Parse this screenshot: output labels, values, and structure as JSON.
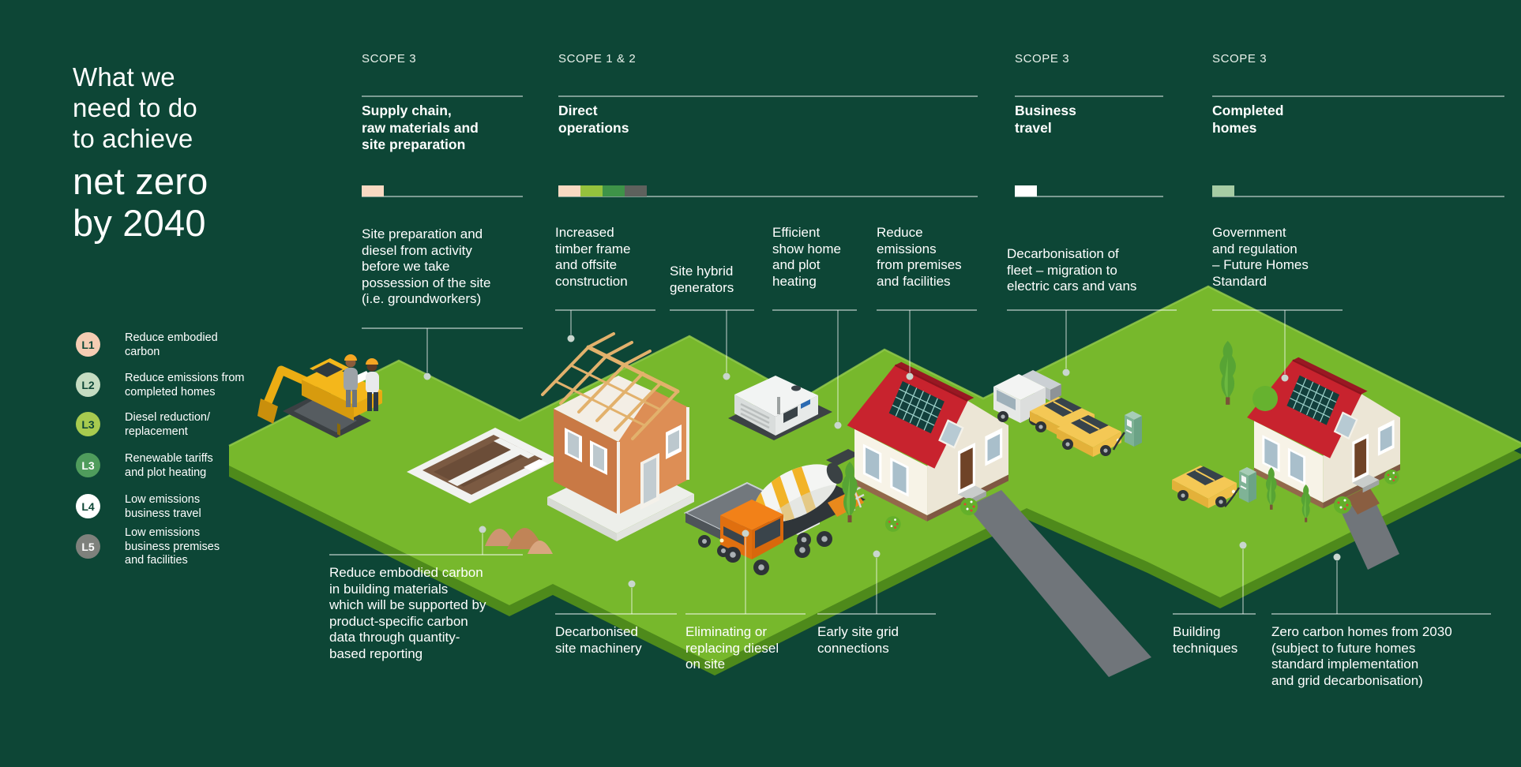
{
  "title": {
    "intro": "What we\nneed to do\nto achieve",
    "emphasis": "net zero\nby 2040"
  },
  "legend": {
    "items": [
      {
        "badge": "L1",
        "badge_bg": "#F5CDB3",
        "badge_fg": "#0D4636",
        "label": "Reduce embodied\ncarbon"
      },
      {
        "badge": "L2",
        "badge_bg": "#C5DCC2",
        "badge_fg": "#0D4636",
        "label": "Reduce emissions from\ncompleted homes"
      },
      {
        "badge": "L3",
        "badge_bg": "#A8CB4F",
        "badge_fg": "#0D4636",
        "label": "Diesel reduction/\nreplacement"
      },
      {
        "badge": "L3",
        "badge_bg": "#4F9C5C",
        "badge_fg": "#FFFFFF",
        "label": "Renewable tariffs\nand plot heating"
      },
      {
        "badge": "L4",
        "badge_bg": "#FFFFFF",
        "badge_fg": "#0D4636",
        "label": "Low emissions\nbusiness travel"
      },
      {
        "badge": "L5",
        "badge_bg": "#7E817C",
        "badge_fg": "#FFFFFF",
        "label": "Low emissions\nbusiness premises\nand facilities"
      }
    ]
  },
  "scopes": [
    {
      "scope": "SCOPE 3",
      "title": "Supply chain,\nraw materials and\nsite preparation",
      "swatches": [
        "#F8D9C2"
      ]
    },
    {
      "scope": "SCOPE 1 & 2",
      "title": "Direct\noperations",
      "swatches": [
        "#F8D9C2",
        "#95C23D",
        "#3E9348",
        "#5E615D"
      ]
    },
    {
      "scope": "SCOPE 3",
      "title": "Business\ntravel",
      "swatches": [
        "#FFFFFF"
      ]
    },
    {
      "scope": "SCOPE 3",
      "title": "Completed\nhomes",
      "swatches": [
        "#A6CCA4"
      ]
    }
  ],
  "callouts_top": [
    {
      "text": "Site preparation and\ndiesel from activity\nbefore we take\npossession of the site\n(i.e. groundworkers)"
    },
    {
      "text": "Increased\ntimber frame\nand offsite\nconstruction"
    },
    {
      "text": "Site hybrid\ngenerators"
    },
    {
      "text": "Efficient\nshow home\nand plot\nheating"
    },
    {
      "text": "Reduce\nemissions\nfrom premises\nand facilities"
    },
    {
      "text": "Decarbonisation of\nfleet – migration to\nelectric cars and vans"
    },
    {
      "text": "Government\nand regulation\n– Future Homes\nStandard"
    }
  ],
  "callouts_bottom": [
    {
      "text": "Reduce embodied carbon\nin building materials\nwhich will be supported by\nproduct-specific carbon\ndata through quantity-\nbased reporting"
    },
    {
      "text": "Decarbonised\nsite machinery"
    },
    {
      "text": "Eliminating or\nreplacing diesel\non site"
    },
    {
      "text": "Early site grid\nconnections"
    },
    {
      "text": "Building\ntechniques"
    },
    {
      "text": "Zero carbon homes from 2030\n(subject to future homes\nstandard implementation\nand grid decarbonisation)"
    }
  ],
  "colors": {
    "background": "#0D4636",
    "grass_top": "#77B82C",
    "grass_side": "#5B9A1E",
    "accent_peach": "#F8D9C2",
    "accent_lime": "#95C23D",
    "accent_green": "#3E9348",
    "accent_gray": "#5E615D",
    "accent_light_green": "#A6CCA4",
    "accent_white": "#FFFFFF",
    "roof_red": "#C8232E",
    "machine_yellow": "#F4B71B",
    "mixer_orange": "#F28118"
  },
  "scene_elements": [
    "site workers",
    "excavator",
    "foundations",
    "soil piles",
    "timber frame house under construction",
    "flatbed truck",
    "site hybrid generator",
    "concrete mixer truck",
    "show home with solar panels",
    "electric fleet van and cars with EV chargers",
    "completed home with solar panels",
    "electric car charging",
    "trees and bushes"
  ]
}
